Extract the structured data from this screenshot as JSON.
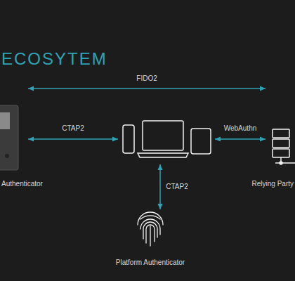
{
  "diagram": {
    "title": "ECOSYTEM",
    "nodes": [
      {
        "text": [
          "Authenticator"
        ]
      },
      {
        "text": []
      },
      {
        "text": [
          "Relying Party"
        ]
      },
      {
        "text": [
          "Platform Authenticator"
        ]
      }
    ],
    "edges": [
      {
        "from": 0,
        "to": 2,
        "label": "FIDO2",
        "arrow": "both"
      },
      {
        "from": 0,
        "to": 1,
        "label": "CTAP2",
        "arrow": "both"
      },
      {
        "from": 1,
        "to": 2,
        "label": "WebAuthn",
        "arrow": "both"
      },
      {
        "from": 1,
        "to": 3,
        "label": "CTAP2",
        "arrow": "both"
      }
    ]
  }
}
